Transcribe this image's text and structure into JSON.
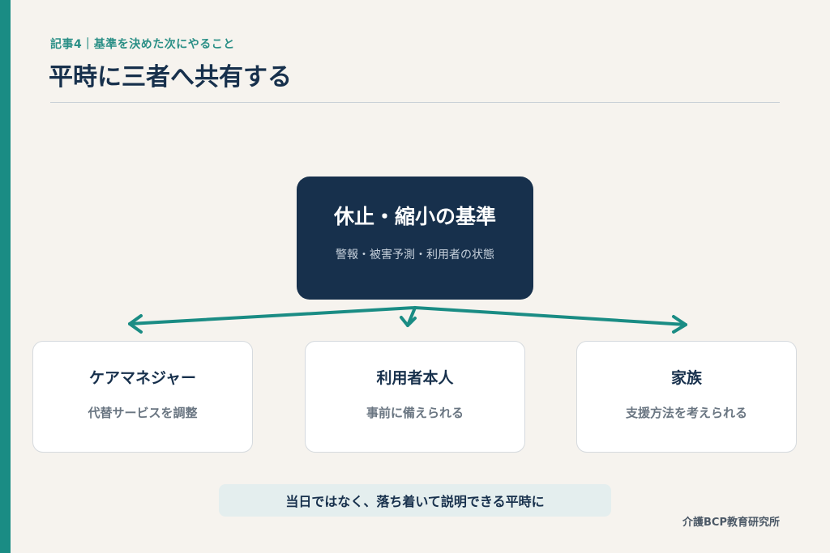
{
  "header": {
    "kicker": "記事4｜基準を決めた次にやること",
    "title": "平時に三者へ共有する"
  },
  "center": {
    "title": "休止・縮小の基準",
    "subtitle": "警報・被害予測・利用者の状態"
  },
  "cards": [
    {
      "title": "ケアマネジャー",
      "subtitle": "代替サービスを調整"
    },
    {
      "title": "利用者本人",
      "subtitle": "事前に備えられる"
    },
    {
      "title": "家族",
      "subtitle": "支援方法を考えられる"
    }
  ],
  "footer": {
    "note": "当日ではなく、落ち着いて説明できる平時に",
    "credit": "介護BCP教育研究所"
  },
  "colors": {
    "accent": "#1a8c84",
    "navy": "#17304c",
    "background": "#f6f3ee"
  }
}
